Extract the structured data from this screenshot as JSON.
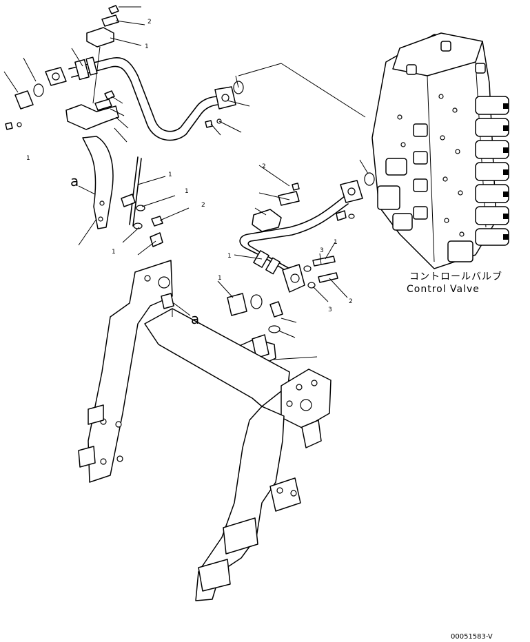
{
  "callouts": {
    "detail_a_upper": "a",
    "detail_a_frame": "a"
  },
  "control_valve": {
    "label_jp": "コントロールバルブ",
    "label_en": "Control Valve"
  },
  "drawing_code": "00051583-V",
  "part_numbers": [
    "1",
    "2",
    "1",
    "1",
    "2",
    "3",
    "1",
    "1",
    "1",
    "2",
    "1",
    "3",
    "2",
    "1"
  ]
}
